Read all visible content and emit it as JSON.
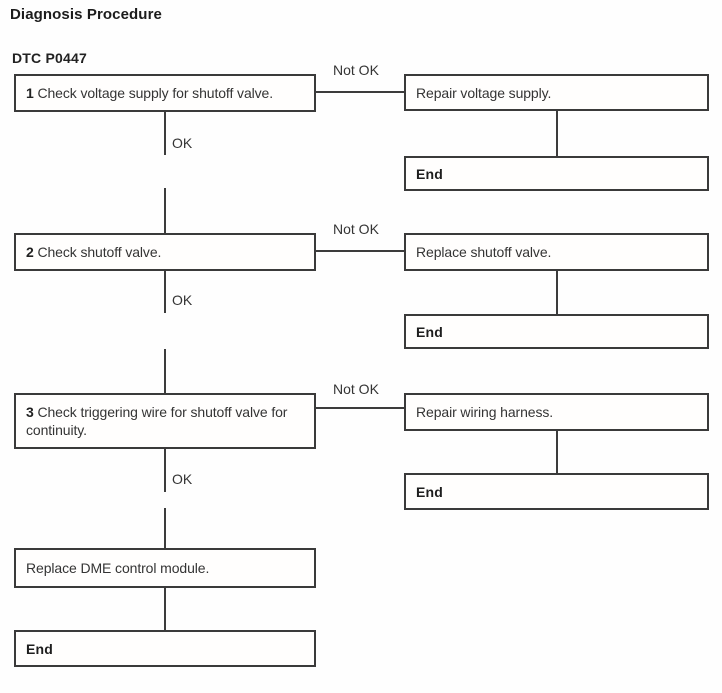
{
  "page": {
    "title": "Diagnosis Procedure",
    "dtc": "DTC P0447"
  },
  "labels": {
    "ok": "OK",
    "not_ok": "Not OK",
    "end": "End"
  },
  "flowchart": {
    "type": "diagnosis-flow",
    "steps": [
      {
        "number": "1",
        "text": "Check voltage supply for shutoff valve.",
        "fail_action": "Repair voltage supply.",
        "fail_result": "End",
        "pass_label": "OK",
        "fail_label": "Not OK"
      },
      {
        "number": "2",
        "text": "Check shutoff valve.",
        "fail_action": "Replace shutoff valve.",
        "fail_result": "End",
        "pass_label": "OK",
        "fail_label": "Not OK"
      },
      {
        "number": "3",
        "text": "Check triggering wire for shutoff valve for continuity.",
        "fail_action": "Repair wiring harness.",
        "fail_result": "End",
        "pass_label": "OK",
        "fail_label": "Not OK"
      }
    ],
    "final_action": "Replace DME control module.",
    "final_result": "End"
  },
  "colors": {
    "line": "#3c3c3c",
    "border": "#3a3a3a",
    "text": "#343434",
    "background": "#fefefe"
  }
}
